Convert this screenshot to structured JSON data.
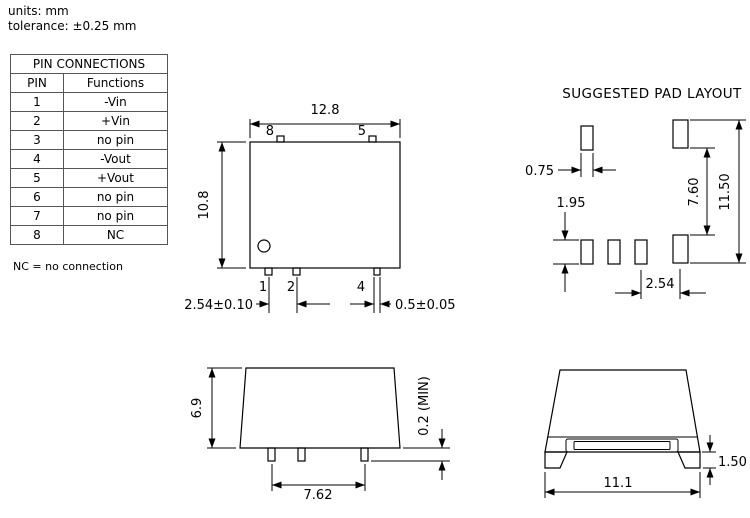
{
  "notes": {
    "units": "units: mm",
    "tolerance": "tolerance: ±0.25 mm",
    "nc": "NC = no connection"
  },
  "pin_table": {
    "title": "PIN CONNECTIONS",
    "col_pin": "PIN",
    "col_functions": "Functions",
    "rows": [
      {
        "pin": "1",
        "fn": "-Vin"
      },
      {
        "pin": "2",
        "fn": "+Vin"
      },
      {
        "pin": "3",
        "fn": "no pin"
      },
      {
        "pin": "4",
        "fn": "-Vout"
      },
      {
        "pin": "5",
        "fn": "+Vout"
      },
      {
        "pin": "6",
        "fn": "no pin"
      },
      {
        "pin": "7",
        "fn": "no pin"
      },
      {
        "pin": "8",
        "fn": "NC"
      }
    ]
  },
  "top_view": {
    "dim_width": "12.8",
    "dim_height": "10.8",
    "dim_pitch": "2.54±0.10",
    "dim_pin_width": "0.5±0.05",
    "pin8": "8",
    "pin5": "5",
    "pin1": "1",
    "pin2": "2",
    "pin4": "4"
  },
  "pad_layout": {
    "title": "SUGGESTED PAD LAYOUT",
    "dim_pad_width": "0.75",
    "dim_pad_length": "1.95",
    "dim_row_inner": "7.60",
    "dim_row_outer": "11.50",
    "dim_pitch": "2.54"
  },
  "side_view": {
    "dim_height": "6.9",
    "dim_pin_span": "7.62",
    "dim_standoff": "0.2 (MIN)"
  },
  "end_view": {
    "dim_foot": "1.50",
    "dim_width": "11.1"
  }
}
